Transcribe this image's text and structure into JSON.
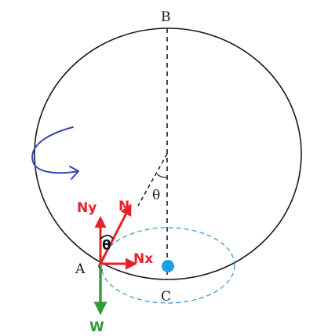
{
  "labels": {
    "top_point": "B",
    "bottom_point": "C",
    "left_point": "A",
    "angle_center": "θ",
    "angle_at_a": "θ",
    "normal_force": "N",
    "normal_y": "Ny",
    "normal_x": "Nx",
    "weight": "W"
  },
  "colors": {
    "sphere": "#1a1a1a",
    "axis": "#1a1a1a",
    "normal_forces": "#e8202a",
    "weight": "#2a9d3a",
    "center_dot": "#1ea0e6",
    "orbit": "#3a8fd0",
    "rotation_arrow": "#3545b0",
    "angle_marker": "#111111"
  },
  "icons": {
    "rotation": "curved-rotation-arrow-icon"
  }
}
